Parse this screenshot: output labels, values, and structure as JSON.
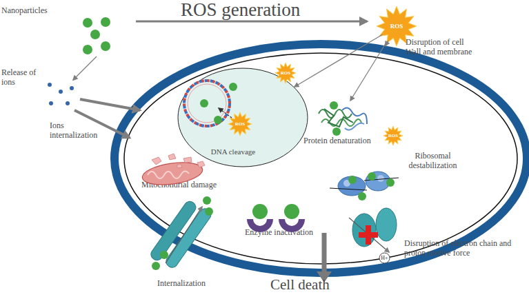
{
  "diagram": {
    "nodes": [
      {
        "text": [
          "ROS"
        ]
      },
      {
        "text": [
          "Mitochondrial damage",
          "Protein denaturation",
          "Ribosomal destabilization",
          "Enzyme inactivation"
        ]
      },
      {
        "text": [
          "DNA cleavage"
        ],
        "in": 1
      },
      {
        "text": [
          "ROS"
        ],
        "in": 2
      },
      {
        "text": [
          "ROS"
        ],
        "in": 1
      },
      {
        "text": [
          "ROS"
        ],
        "in": 1
      },
      {
        "text": [
          "H+"
        ],
        "in": 1
      }
    ],
    "edges": [
      {
        "from": 0,
        "to": 2,
        "arrow": "to"
      },
      {
        "from": 0,
        "to": 1,
        "arrow": "to"
      }
    ],
    "labels": [
      "Nanoparticles",
      "ROS generation",
      "Disruption of cell Wall and membrane",
      "Release of ions",
      "Ions internalization",
      "Internalization",
      "Disruption of electron chain and proton motive force",
      "Cell death"
    ]
  }
}
